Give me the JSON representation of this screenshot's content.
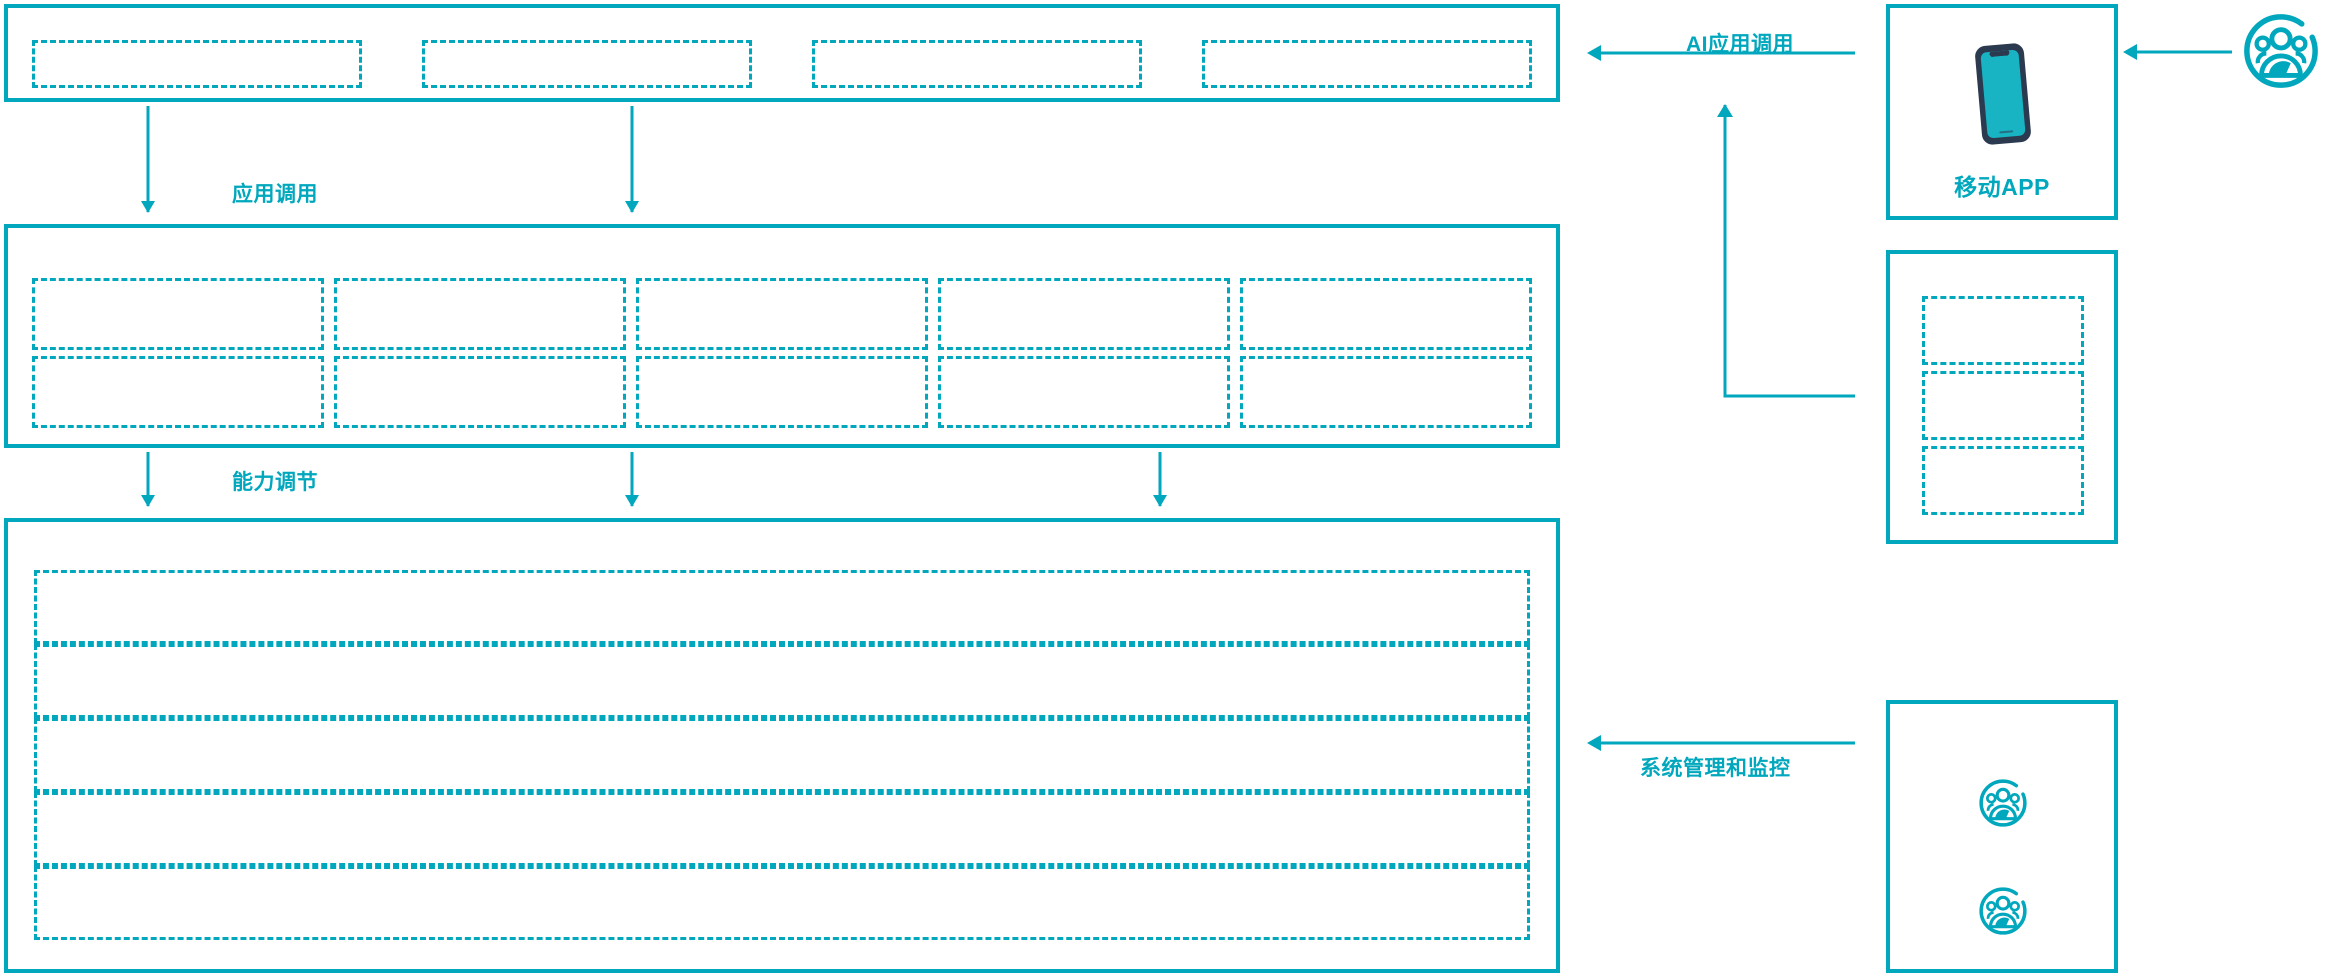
{
  "theme": {
    "accent": "#00a7bd",
    "phone_body": "#2b3a4f",
    "phone_screen": "#18b4c4",
    "background": "#ffffff"
  },
  "diagram": {
    "title_present": false,
    "type": "layered-architecture",
    "layers": [
      {
        "id": "application-layer",
        "name": "application-layer-panel",
        "boxes": [
          {
            "id": "app-box-1",
            "label": ""
          },
          {
            "id": "app-box-2",
            "label": ""
          },
          {
            "id": "app-box-3",
            "label": ""
          },
          {
            "id": "app-box-4",
            "label": ""
          }
        ]
      },
      {
        "id": "capability-layer",
        "name": "capability-layer-panel",
        "columns": 5,
        "rows": 2,
        "boxes": [
          {
            "id": "cap-box-1-1",
            "label": ""
          },
          {
            "id": "cap-box-1-2",
            "label": ""
          },
          {
            "id": "cap-box-1-3",
            "label": ""
          },
          {
            "id": "cap-box-1-4",
            "label": ""
          },
          {
            "id": "cap-box-1-5",
            "label": ""
          },
          {
            "id": "cap-box-2-1",
            "label": ""
          },
          {
            "id": "cap-box-2-2",
            "label": ""
          },
          {
            "id": "cap-box-2-3",
            "label": ""
          },
          {
            "id": "cap-box-2-4",
            "label": ""
          },
          {
            "id": "cap-box-2-5",
            "label": ""
          }
        ]
      },
      {
        "id": "platform-layer",
        "name": "platform-layer-panel",
        "rows": [
          {
            "id": "plat-row-1",
            "label": ""
          },
          {
            "id": "plat-row-2",
            "label": ""
          },
          {
            "id": "plat-row-3",
            "label": ""
          },
          {
            "id": "plat-row-4",
            "label": ""
          },
          {
            "id": "plat-row-5",
            "label": ""
          }
        ]
      }
    ],
    "connectors": [
      {
        "id": "conn-app-call",
        "label": "应用调用",
        "direction": "down",
        "arrows": 2
      },
      {
        "id": "conn-capability-tuning",
        "label": "能力调节",
        "direction": "down",
        "arrows": 3
      },
      {
        "id": "conn-ai-app-call",
        "label": "AI应用调用",
        "direction": "left"
      },
      {
        "id": "conn-system-admin",
        "label": "系统管理和监控",
        "direction": "left"
      }
    ],
    "right_panels": [
      {
        "id": "mobile-app-panel",
        "name": "mobile-app-panel",
        "label": "移动APP",
        "icon": "smartphone-icon"
      },
      {
        "id": "channel-panel",
        "name": "channel-panel",
        "label": "",
        "boxes": [
          {
            "id": "channel-box-1",
            "label": ""
          },
          {
            "id": "channel-box-2",
            "label": ""
          },
          {
            "id": "channel-box-3",
            "label": ""
          }
        ]
      },
      {
        "id": "operations-panel",
        "name": "operations-panel",
        "label": "",
        "icons": [
          "user-group-icon",
          "user-group-icon"
        ]
      }
    ],
    "actors": [
      {
        "id": "external-user",
        "name": "external-user-icon",
        "icon": "user-group-icon",
        "label": ""
      }
    ]
  }
}
